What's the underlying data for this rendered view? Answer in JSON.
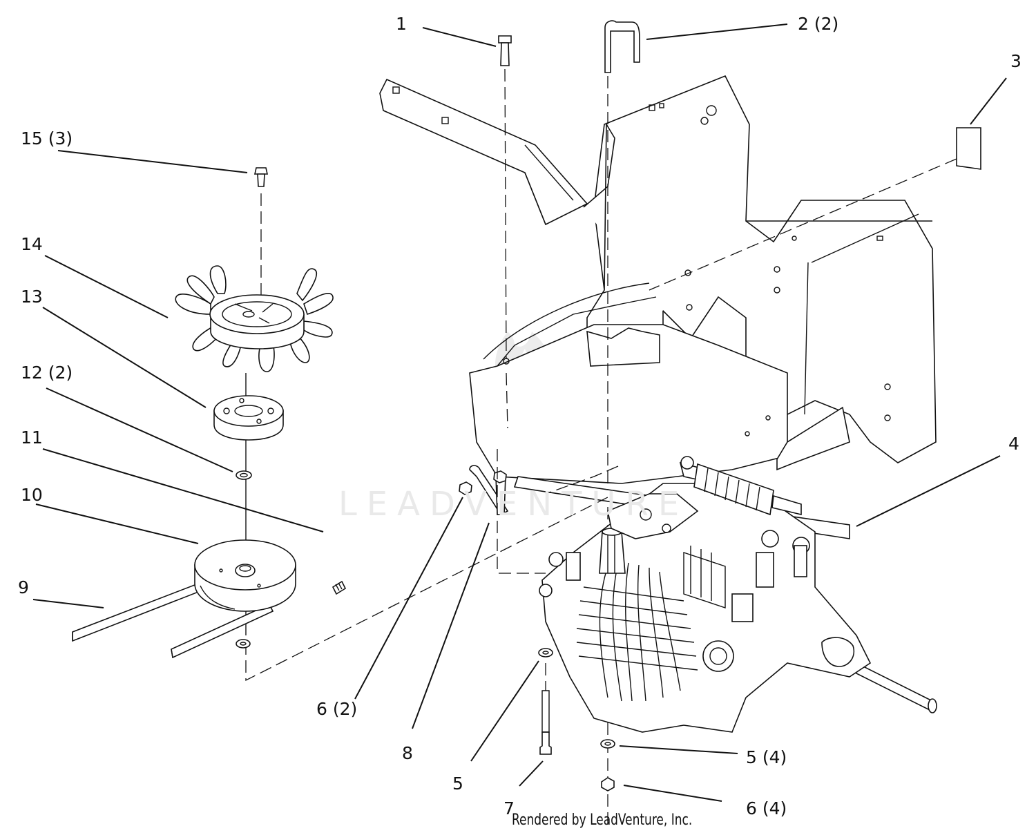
{
  "callouts": {
    "c1": "1",
    "c2": "2 (2)",
    "c3": "3",
    "c4": "4",
    "c5a": "5 (4)",
    "c5b": "5",
    "c6a": "6 (2)",
    "c6b": "6 (4)",
    "c7": "7",
    "c8": "8",
    "c9": "9",
    "c10": "10",
    "c11": "11",
    "c12": "12 (2)",
    "c13": "13",
    "c14": "14",
    "c15": "15 (3)"
  },
  "credit": "Rendered by LeadVenture, Inc.",
  "watermark": "LEADVENTURE",
  "colors": {
    "line": "#111111",
    "watermark": "#e9e9e9",
    "background": "#ffffff"
  }
}
